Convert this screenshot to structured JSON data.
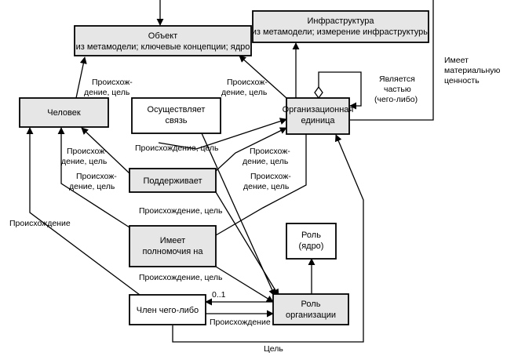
{
  "nodes": {
    "object": [
      "Объект",
      "из метамодели; ключевые концепции; ядро"
    ],
    "infra": [
      "Инфраструктура",
      "из метамодели; измерение инфраструктуры"
    ],
    "person": [
      "Человек"
    ],
    "communicates": [
      "Осуществляет",
      "связь"
    ],
    "org_unit": [
      "Организационная",
      "единица"
    ],
    "supports": [
      "Поддерживает"
    ],
    "authority": [
      "Имеет",
      "полномочия на"
    ],
    "role_core": [
      "Роль",
      "(ядро)"
    ],
    "member": [
      "Член чего-либо"
    ],
    "org_role": [
      "Роль",
      "организации"
    ]
  },
  "labels": {
    "person_object": [
      "Происхож-",
      "дение, цель"
    ],
    "org_object": [
      "Происхож-",
      "дение, цель"
    ],
    "part_of": [
      "Является",
      "частью",
      "(чего-либо)"
    ],
    "has_value": [
      "Имеет",
      "материальную",
      "ценность"
    ],
    "comm_org": [
      "Происхождение, цель"
    ],
    "supports_person": [
      "Происхож-",
      "дение, цель"
    ],
    "supports_org": [
      "Происхож-",
      "дение, цель"
    ],
    "auth_person": [
      "Происхож-",
      "дение, цель"
    ],
    "auth_org": [
      "Происхож-",
      "дение, цель"
    ],
    "supports_role": [
      "Происхождение, цель"
    ],
    "origin_left": [
      "Происхождение"
    ],
    "auth_role": [
      "Происхождение, цель"
    ],
    "multiplicity": [
      "0..1"
    ],
    "member_role": [
      "Происхождение"
    ],
    "goal_bottom": [
      "Цель"
    ]
  }
}
